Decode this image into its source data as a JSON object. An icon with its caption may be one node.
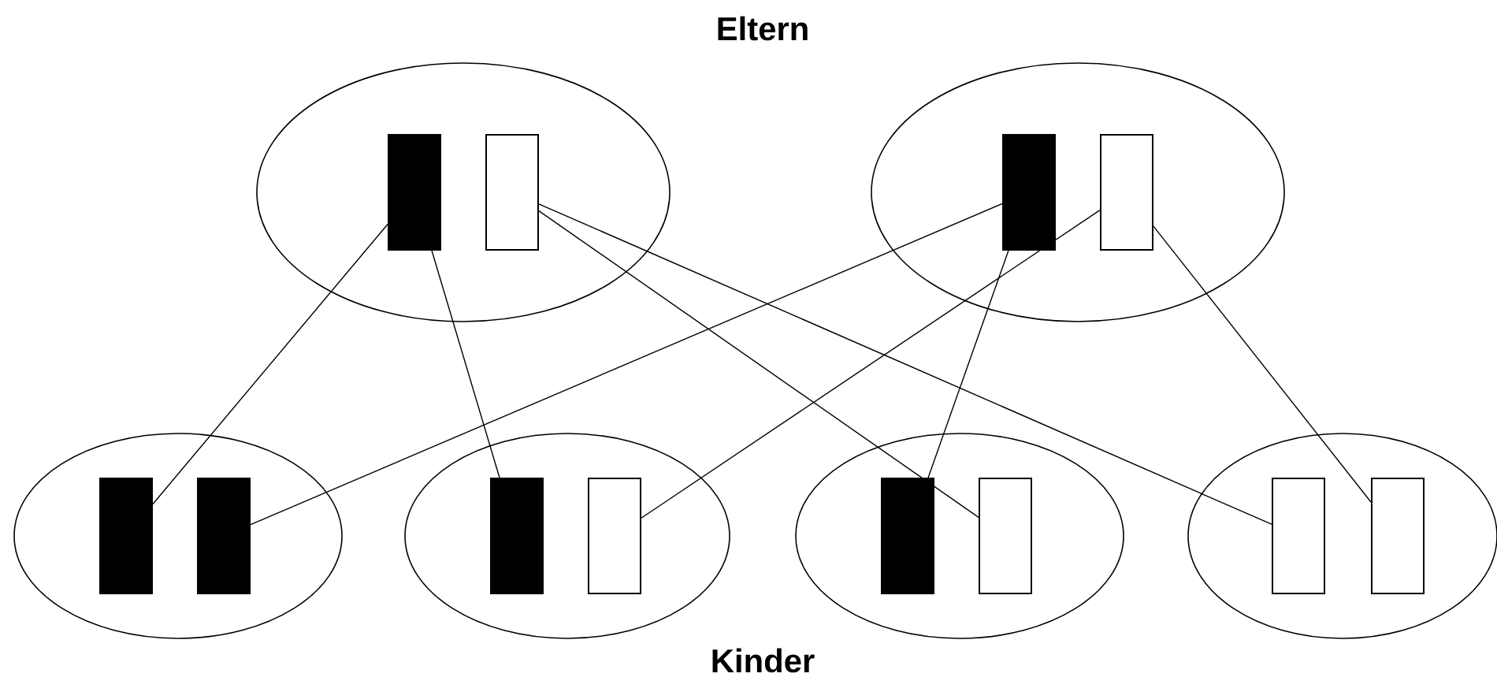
{
  "diagram": {
    "nodes": [
      {
        "text": [],
        "shape": "ellipse"
      },
      {
        "text": [],
        "shape": "bar",
        "in": 0
      },
      {
        "text": [],
        "shape": "box",
        "in": 0
      },
      {
        "text": [],
        "shape": "ellipse"
      },
      {
        "text": [],
        "shape": "bar",
        "in": 3
      },
      {
        "text": [],
        "shape": "box",
        "in": 3
      },
      {
        "text": [],
        "shape": "ellipse"
      },
      {
        "text": [],
        "shape": "bar",
        "in": 6
      },
      {
        "text": [],
        "shape": "bar",
        "in": 6
      },
      {
        "text": [],
        "shape": "ellipse"
      },
      {
        "text": [],
        "shape": "bar",
        "in": 9
      },
      {
        "text": [],
        "shape": "box",
        "in": 9
      },
      {
        "text": [],
        "shape": "ellipse"
      },
      {
        "text": [],
        "shape": "bar",
        "in": 12
      },
      {
        "text": [],
        "shape": "box",
        "in": 12
      },
      {
        "text": [],
        "shape": "ellipse"
      },
      {
        "text": [],
        "shape": "box",
        "in": 15
      },
      {
        "text": [],
        "shape": "box",
        "in": 15
      }
    ],
    "edges": [
      {
        "from": 1,
        "to": 7,
        "arrow": "none"
      },
      {
        "from": 1,
        "to": 10,
        "arrow": "none"
      },
      {
        "from": 2,
        "to": 14,
        "arrow": "none"
      },
      {
        "from": 2,
        "to": 16,
        "arrow": "none"
      },
      {
        "from": 4,
        "to": 8,
        "arrow": "none"
      },
      {
        "from": 4,
        "to": 13,
        "arrow": "none"
      },
      {
        "from": 5,
        "to": 11,
        "arrow": "none"
      },
      {
        "from": 5,
        "to": 17,
        "arrow": "none"
      }
    ],
    "labels": [
      "Eltern",
      "Kinder"
    ]
  }
}
